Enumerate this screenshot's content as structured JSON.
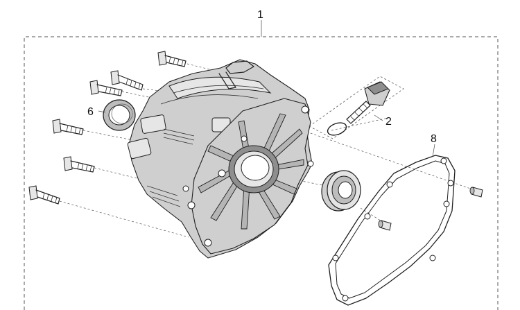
{
  "callouts": {
    "assembly": "1",
    "plug": "2",
    "oil_seal": "6",
    "gasket": "8"
  },
  "colors": {
    "line": "#222222",
    "part_fill": "#cfcfcf",
    "dashed_frame": "#555555"
  }
}
